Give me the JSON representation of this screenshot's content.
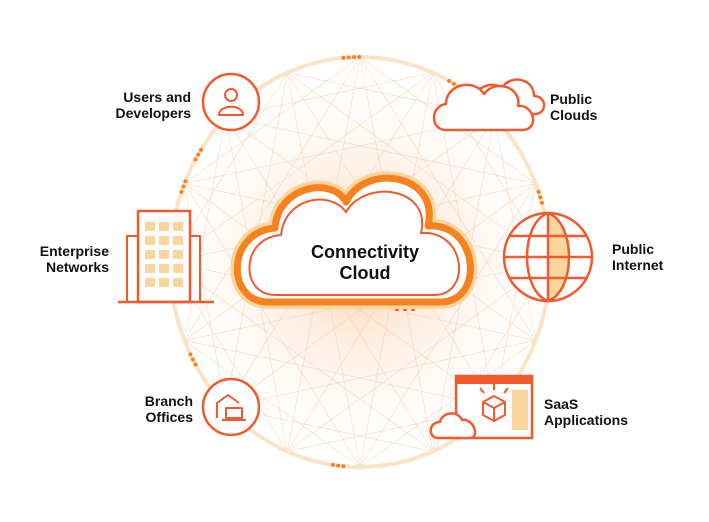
{
  "center": {
    "line1": "Connectivity",
    "line2": "Cloud"
  },
  "nodes": {
    "users": {
      "line1": "Users and",
      "line2": "Developers",
      "icon": "user-icon"
    },
    "enterprise": {
      "line1": "Enterprise",
      "line2": "Networks",
      "icon": "office-building-icon"
    },
    "branch": {
      "line1": "Branch",
      "line2": "Offices",
      "icon": "home-laptop-icon"
    },
    "clouds": {
      "line1": "Public",
      "line2": "Clouds",
      "icon": "clouds-icon"
    },
    "internet": {
      "line1": "Public",
      "line2": "Internet",
      "icon": "globe-icon"
    },
    "saas": {
      "line1": "SaaS",
      "line2": "Applications",
      "icon": "app-window-box-icon"
    }
  },
  "colors": {
    "accent": "#f6821f",
    "stroke": "#ef5a2f",
    "fill_light": "#fbd59e",
    "text": "#111111"
  }
}
